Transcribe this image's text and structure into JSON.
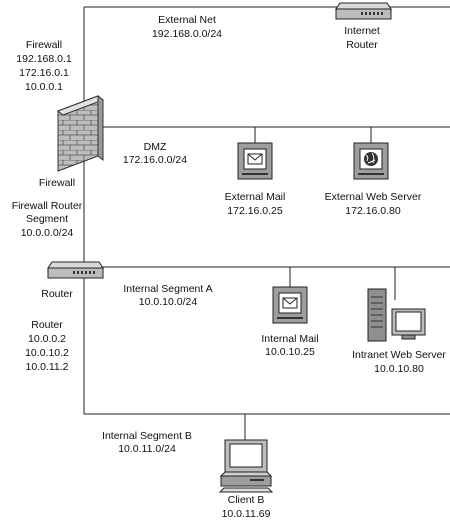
{
  "external_net": {
    "name": "External Net",
    "subnet": "192.168.0.0/24"
  },
  "internet_router": {
    "line1": "Internet",
    "line2": "Router"
  },
  "firewall": {
    "title": "Firewall",
    "ip1": "192.168.0.1",
    "ip2": "172.16.0.1",
    "ip3": "10.0.0.1",
    "caption": "Firewall"
  },
  "dmz": {
    "name": "DMZ",
    "subnet": "172.16.0.0/24"
  },
  "external_mail": {
    "name": "External Mail",
    "ip": "172.16.0.25"
  },
  "external_web": {
    "name": "External Web Server",
    "ip": "172.16.0.80"
  },
  "fw_router_segment": {
    "line1": "Firewall Router",
    "line2": "Segment",
    "subnet": "10.0.0.0/24"
  },
  "router": {
    "caption": "Router",
    "title": "Router",
    "ip1": "10.0.0.2",
    "ip2": "10.0.10.2",
    "ip3": "10.0.11.2"
  },
  "segment_a": {
    "name": "Internal Segment A",
    "subnet": "10.0.10.0/24"
  },
  "internal_mail": {
    "name": "Internal Mail",
    "ip": "10.0.10.25"
  },
  "intranet_web": {
    "name": "Intranet Web Server",
    "ip": "10.0.10.80"
  },
  "segment_b": {
    "name": "Internal Segment B",
    "subnet": "10.0.11.0/24"
  },
  "client_b": {
    "name": "Client B",
    "ip": "10.0.11.69"
  }
}
